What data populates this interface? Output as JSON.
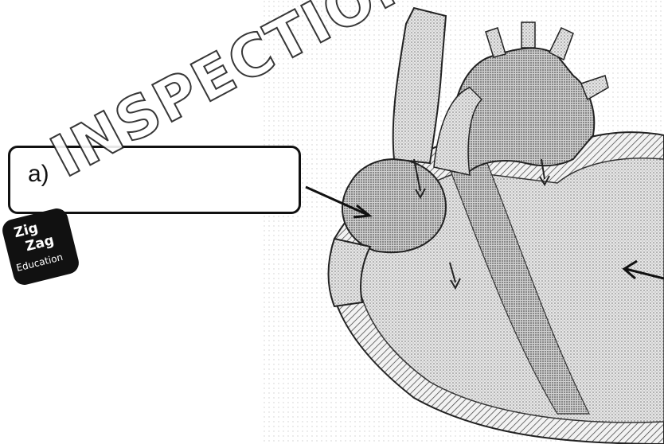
{
  "label": {
    "letter": "a)"
  },
  "watermark": {
    "text": "INSPECTION COPY"
  },
  "logo": {
    "line1": "Zig",
    "line2": "Zag",
    "line3": "Education"
  },
  "icons": {
    "heart": "heart-diagram-icon",
    "arrow": "pointer-arrow-icon"
  }
}
